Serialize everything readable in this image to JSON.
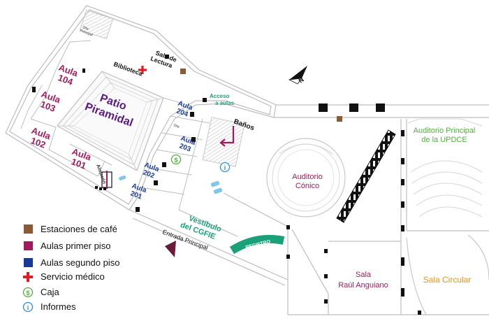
{
  "colors": {
    "aula_primer_piso": "#a21a5b",
    "aula_segundo_piso": "#17399a",
    "patio": "#5a1a86",
    "cafe": "#8a5a35",
    "verde": "#1aa17a",
    "verde_claro": "#4fb23a",
    "naranja": "#e3941d",
    "servicio_medico": "#e01b23",
    "informes": "#2f8fd6"
  },
  "rooms": {
    "aula_104": "Aula 104",
    "aula_103": "Aula 103",
    "aula_102": "Aula 102",
    "aula_101": "Aula 101",
    "aula_204": "Aula 204",
    "aula_203": "Aula 203",
    "aula_202": "Aula 202",
    "aula_201": "Aula 201",
    "patio_piramidal": "Patio Piramidal",
    "biblioteca": "Biblioteca",
    "sala_de_lectura": "Sala de Lectura",
    "site_principal": "Site Principal",
    "site": "Site",
    "almacen": "Almacén",
    "banos": "Baños",
    "acceso_aulas": "Acceso a aulas",
    "vestibulo": "Vestíbulo del CGFIE",
    "entrada_principal": "Entrada Principal",
    "registro": "REGISTRO",
    "auditorio_conico": "Auditorio Cónico",
    "auditorio_principal": "Auditorio Principal de la UPDCE",
    "sala_raul_anguiano": "Sala Raúl Anguiano",
    "sala_circular": "Sala Circular"
  },
  "legend": [
    {
      "label": "Estaciones de café",
      "icon": "coffee-station-square"
    },
    {
      "label": "Aulas primer piso",
      "icon": "magenta-square"
    },
    {
      "label": "Aulas segundo piso",
      "icon": "blue-square"
    },
    {
      "label": "Servicio médico",
      "icon": "red-cross-icon"
    },
    {
      "label": "Caja",
      "icon": "dollar-icon"
    },
    {
      "label": "Informes",
      "icon": "info-icon"
    }
  ],
  "compass": {
    "label": "N"
  }
}
